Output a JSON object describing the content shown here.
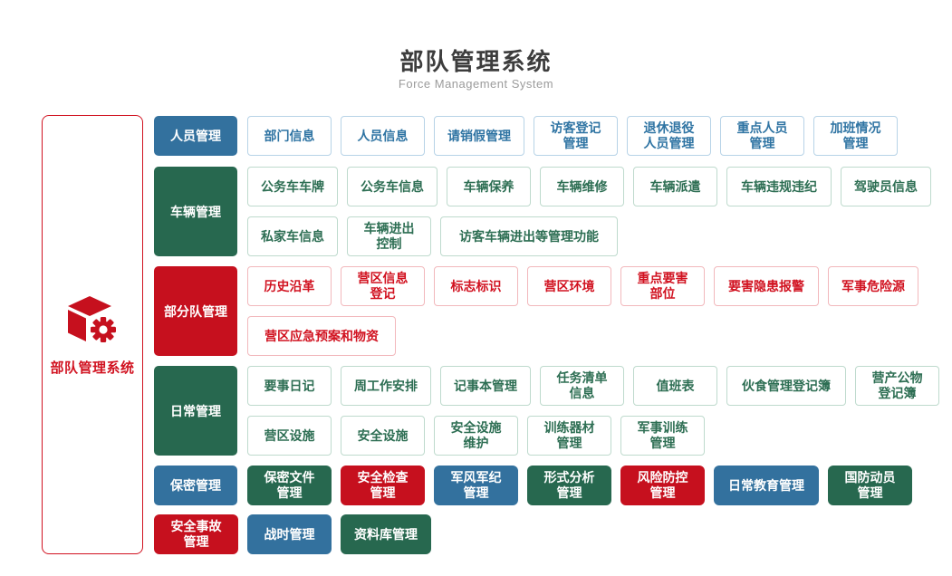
{
  "title": "部队管理系统",
  "subtitle": "Force Management System",
  "sidebar": {
    "label": "部队管理系统",
    "icon": "cube-gear-icon"
  },
  "colors": {
    "blue": "#33719e",
    "blue_text": "#2f74a3",
    "blue_border": "#b7d3e7",
    "green": "#27684f",
    "green_text": "#2d6e53",
    "green_border": "#bedacd",
    "red": "#c6101e",
    "red_text": "#d11220",
    "red_border": "#f2b8bc"
  },
  "groups": [
    {
      "header": "人员管理",
      "color": "blue",
      "style": "outline",
      "rows": [
        [
          {
            "label": "部门信息"
          },
          {
            "label": "人员信息"
          },
          {
            "label": "请销假管理"
          },
          {
            "label": "访客登记\n管理"
          },
          {
            "label": "退休退役\n人员管理"
          },
          {
            "label": "重点人员\n管理"
          },
          {
            "label": "加班情况\n管理"
          }
        ]
      ]
    },
    {
      "header": "车辆管理",
      "color": "green",
      "style": "outline",
      "rows": [
        [
          {
            "label": "公务车车牌"
          },
          {
            "label": "公务车信息"
          },
          {
            "label": "车辆保养"
          },
          {
            "label": "车辆维修"
          },
          {
            "label": "车辆派遣"
          },
          {
            "label": "车辆违规违纪"
          },
          {
            "label": "驾驶员信息"
          }
        ],
        [
          {
            "label": "私家车信息"
          },
          {
            "label": "车辆进出\n控制"
          },
          {
            "label": "访客车辆进出等管理功能"
          }
        ]
      ]
    },
    {
      "header": "部分队管理",
      "color": "red",
      "style": "outline",
      "rows": [
        [
          {
            "label": "历史沿革"
          },
          {
            "label": "营区信息\n登记"
          },
          {
            "label": "标志标识"
          },
          {
            "label": "营区环境"
          },
          {
            "label": "重点要害\n部位"
          },
          {
            "label": "要害隐患报警"
          },
          {
            "label": "军事危险源"
          }
        ],
        [
          {
            "label": "营区应急预案和物资"
          }
        ]
      ]
    },
    {
      "header": "日常管理",
      "color": "green",
      "style": "outline",
      "rows": [
        [
          {
            "label": "要事日记"
          },
          {
            "label": "周工作安排"
          },
          {
            "label": "记事本管理"
          },
          {
            "label": "任务清单\n信息"
          },
          {
            "label": "值班表"
          },
          {
            "label": "伙食管理登记簿"
          },
          {
            "label": "营产公物\n登记簿"
          }
        ],
        [
          {
            "label": "营区设施"
          },
          {
            "label": "安全设施"
          },
          {
            "label": "安全设施\n维护"
          },
          {
            "label": "训练器材\n管理"
          },
          {
            "label": "军事训练\n管理"
          }
        ]
      ]
    },
    {
      "header": "保密管理",
      "color": "blue",
      "style": "solid",
      "rows": [
        [
          {
            "label": "保密文件\n管理",
            "color": "green"
          },
          {
            "label": "安全检查\n管理",
            "color": "red"
          },
          {
            "label": "军风军纪\n管理",
            "color": "blue"
          },
          {
            "label": "形式分析\n管理",
            "color": "green"
          },
          {
            "label": "风险防控\n管理",
            "color": "red"
          },
          {
            "label": "日常教育管理",
            "color": "blue"
          },
          {
            "label": "国防动员\n管理",
            "color": "green"
          }
        ]
      ]
    },
    {
      "header": null,
      "color": "red",
      "style": "solid",
      "rows": [
        [
          {
            "label": "安全事故\n管理",
            "color": "red"
          },
          {
            "label": "战时管理",
            "color": "blue"
          },
          {
            "label": "资料库管理",
            "color": "green"
          }
        ]
      ]
    }
  ]
}
